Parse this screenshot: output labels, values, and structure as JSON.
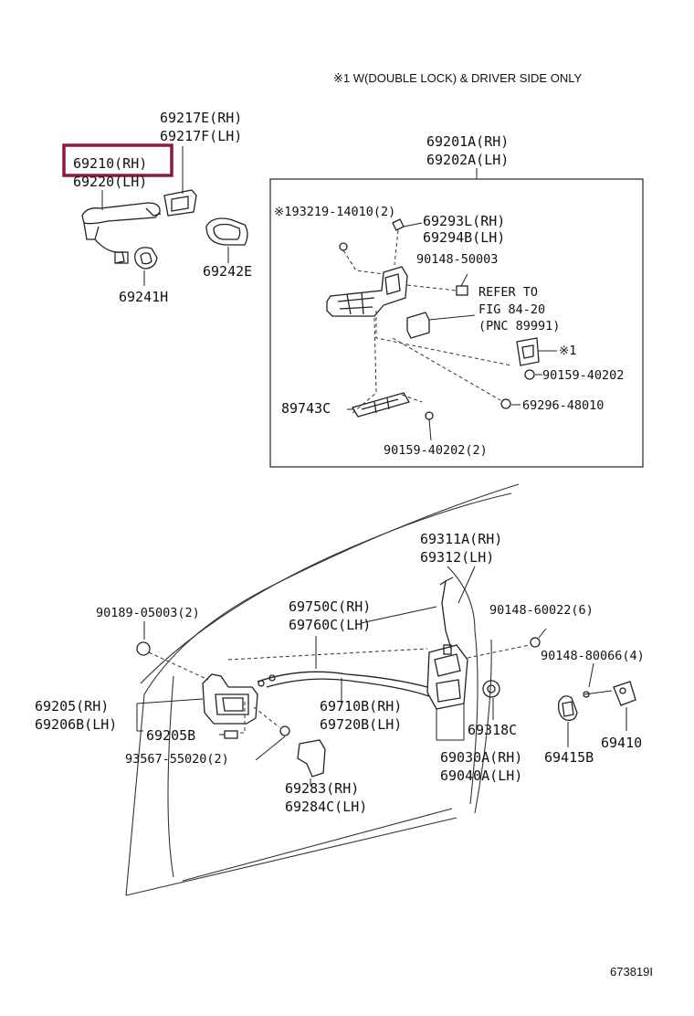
{
  "colors": {
    "highlight": "#8b1a3a",
    "ink": "#111111"
  },
  "note": "※1 W(DOUBLE LOCK) & DRIVER SIDE ONLY",
  "image_id": "673819I",
  "labels": {
    "p69217e": "69217E(RH)",
    "p69217f": "69217F(LH)",
    "p69210": "69210(RH)",
    "p69220": "69220(LH)",
    "p69242e": "69242E",
    "p69241h": "69241H",
    "p69201a": "69201A(RH)",
    "p69202a": "69202A(LH)",
    "p193219": "※193219-14010(2)",
    "p69293l": "69293L(RH)",
    "p69294b": "69294B(LH)",
    "p90148_50003": "90148-50003",
    "refer1": "REFER TO",
    "refer2": "FIG 84-20",
    "refer3": "(PNC 89991)",
    "mark1": "※1",
    "p90159_40202": "90159-40202",
    "p89743c": "89743C",
    "p69296": "69296-48010",
    "p90159_40202_2": "90159-40202(2)",
    "p69311a": "69311A(RH)",
    "p69312": "69312(LH)",
    "p90189": "90189-05003(2)",
    "p69750c": "69750C(RH)",
    "p69760c": "69760C(LH)",
    "p90148_60022": "90148-60022(6)",
    "p90148_80066": "90148-80066(4)",
    "p69205": "69205(RH)",
    "p69206b": "69206B(LH)",
    "p69710b": "69710B(RH)",
    "p69720b": "69720B(LH)",
    "p69205b": "69205B",
    "p69318c": "69318C",
    "p93567": "93567-55020(2)",
    "p69030a": "69030A(RH)",
    "p69040a": "69040A(LH)",
    "p69415b": "69415B",
    "p69410": "69410",
    "p69283": "69283(RH)",
    "p69284c": "69284C(LH)"
  }
}
